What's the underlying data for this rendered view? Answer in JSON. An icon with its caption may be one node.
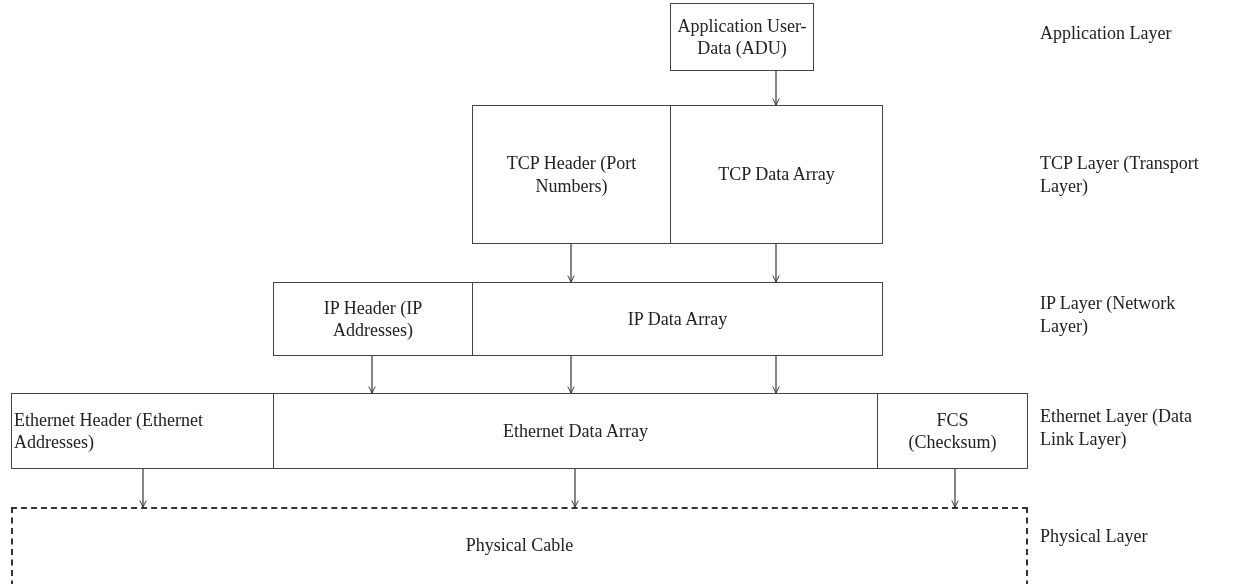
{
  "diagram": {
    "nodes": [
      {
        "text": [
          "Application User-Data (ADU)"
        ]
      },
      {
        "text": [
          "TCP Header (Port Numbers)"
        ]
      },
      {
        "text": [
          "TCP Data Array"
        ]
      },
      {
        "text": [
          "IP Header (IP Addresses)"
        ]
      },
      {
        "text": [
          "IP Data Array"
        ]
      },
      {
        "text": [
          "Ethernet Header (Ethernet Addresses)"
        ]
      },
      {
        "text": [
          "Ethernet Data Array"
        ]
      },
      {
        "text": [
          "FCS (Checksum)"
        ]
      },
      {
        "text": [
          "Physical Cable"
        ]
      }
    ],
    "edges": [
      {
        "from": 0,
        "to": 2,
        "arrow": "to"
      },
      {
        "from": 1,
        "to": 4,
        "arrow": "to"
      },
      {
        "from": 2,
        "to": 4,
        "arrow": "to"
      },
      {
        "from": 3,
        "to": 6,
        "arrow": "to"
      },
      {
        "from": 4,
        "to": 6,
        "arrow": "to"
      },
      {
        "from": 4,
        "to": 6,
        "arrow": "to"
      },
      {
        "from": 5,
        "to": 8,
        "arrow": "to"
      },
      {
        "from": 6,
        "to": 8,
        "arrow": "to"
      },
      {
        "from": 7,
        "to": 8,
        "arrow": "to"
      }
    ],
    "labels": [
      "Application Layer",
      "TCP Layer (Transport Layer)",
      "IP Layer (Network Layer)",
      "Ethernet Layer (Data Link Layer)",
      "Physical Layer"
    ]
  }
}
